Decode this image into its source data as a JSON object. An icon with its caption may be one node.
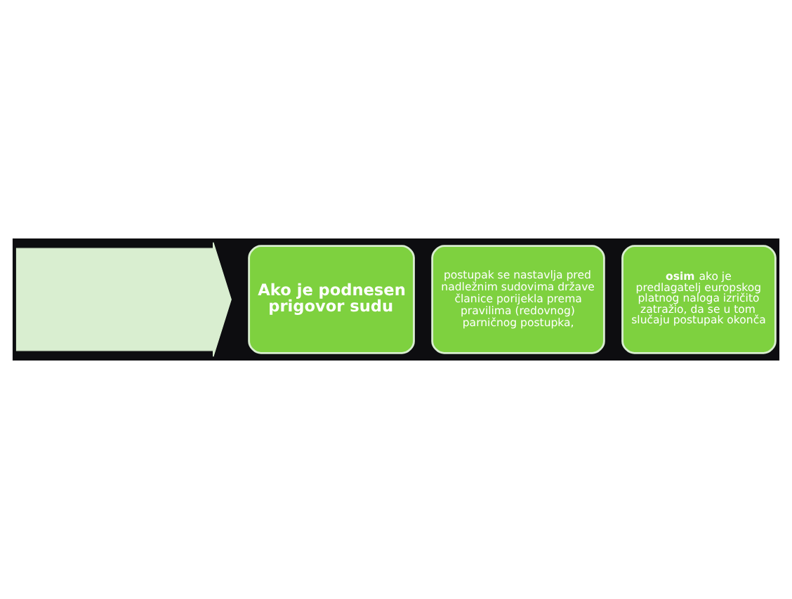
{
  "diagram": {
    "nodes": [
      {
        "text": [],
        "shape": "arrow"
      },
      {
        "text": [
          "Ako je podnesen prigovor sudu"
        ]
      },
      {
        "text": [
          "postupak se nastavlja pred nadležnim sudovima države članice porijekla prema pravilima (redovnog) parničnog postupka,"
        ]
      },
      {
        "text": [
          "**osim** ako je predlagatelj europskog platnog naloga izričito zatražio, da se u tom slučaju postupak okonča"
        ]
      }
    ],
    "edges": []
  }
}
